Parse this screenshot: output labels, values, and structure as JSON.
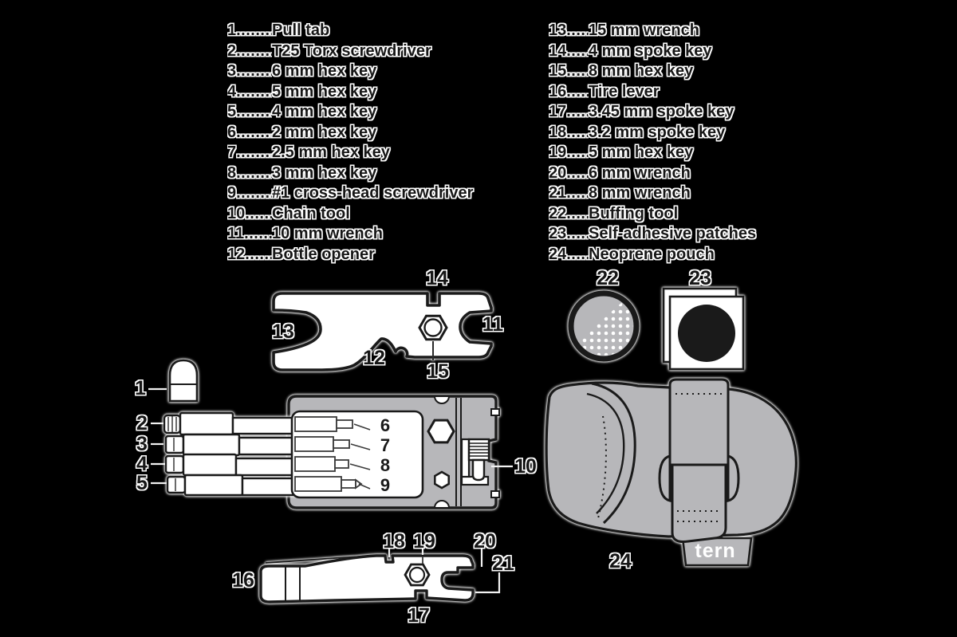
{
  "parts_list": {
    "left": [
      {
        "num": "1",
        "name": "Pull tab"
      },
      {
        "num": "2",
        "name": "T25 Torx screwdriver"
      },
      {
        "num": "3",
        "name": "6 mm hex key"
      },
      {
        "num": "4",
        "name": "5 mm hex key"
      },
      {
        "num": "5",
        "name": "4 mm hex key"
      },
      {
        "num": "6",
        "name": "2 mm hex key"
      },
      {
        "num": "7",
        "name": "2.5 mm hex key"
      },
      {
        "num": "8",
        "name": "3 mm hex key"
      },
      {
        "num": "9",
        "name": "#1 cross-head screwdriver"
      },
      {
        "num": "10",
        "name": "Chain tool"
      },
      {
        "num": "11",
        "name": "10 mm wrench"
      },
      {
        "num": "12",
        "name": "Bottle opener"
      }
    ],
    "right": [
      {
        "num": "13",
        "name": "15 mm wrench"
      },
      {
        "num": "14",
        "name": "4 mm spoke key"
      },
      {
        "num": "15",
        "name": "8 mm hex key"
      },
      {
        "num": "16",
        "name": "Tire lever"
      },
      {
        "num": "17",
        "name": "3.45 mm spoke key"
      },
      {
        "num": "18",
        "name": "3.2 mm spoke key"
      },
      {
        "num": "19",
        "name": "5 mm hex key"
      },
      {
        "num": "20",
        "name": "6 mm wrench"
      },
      {
        "num": "21",
        "name": "8 mm wrench"
      },
      {
        "num": "22",
        "name": "Buffing tool"
      },
      {
        "num": "23",
        "name": "Self-adhesive patches"
      },
      {
        "num": "24",
        "name": "Neoprene pouch"
      }
    ]
  },
  "list_style": {
    "leader_dots": "......................"
  },
  "callouts": {
    "c1": "1",
    "c2": "2",
    "c3": "3",
    "c4": "4",
    "c5": "5",
    "c6": "6",
    "c7": "7",
    "c8": "8",
    "c9": "9",
    "c10": "10",
    "c11": "11",
    "c12": "12",
    "c13": "13",
    "c14": "14",
    "c15": "15",
    "c16": "16",
    "c17": "17",
    "c18": "18",
    "c19": "19",
    "c20": "20",
    "c21": "21",
    "c22": "22",
    "c23": "23",
    "c24": "24"
  },
  "pouch": {
    "logo": "tern"
  },
  "colors": {
    "background": "#000000",
    "line_dark": "#1a1a1a",
    "halo_white": "#ffffff",
    "tool_white": "#ffffff",
    "metal_gray": "#b7b7ba",
    "patch_circle": "#1a1a1a"
  }
}
